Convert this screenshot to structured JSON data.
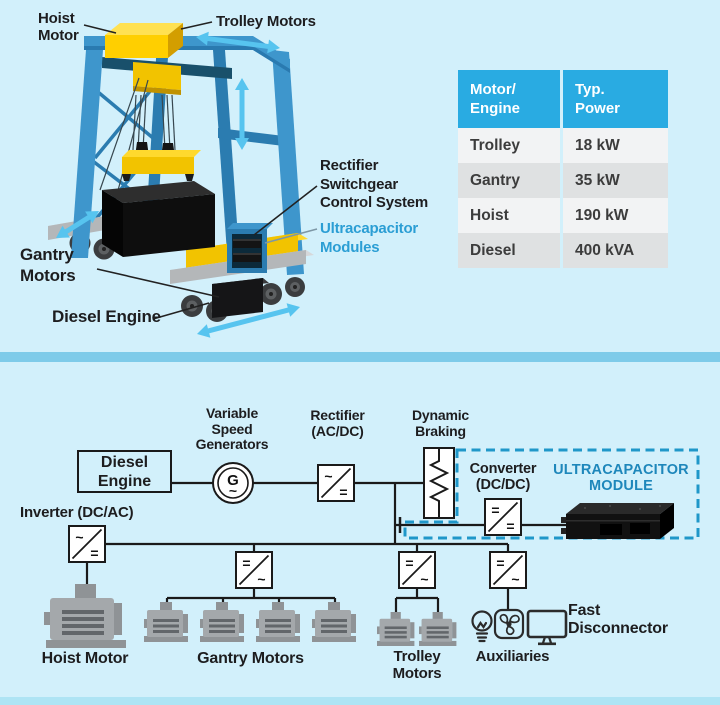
{
  "colors": {
    "background": "#d2f0fb",
    "divider": "#7ecbe9",
    "crane_blue": "#3e96cc",
    "accent_yellow": "#ffcf00",
    "arrow_blue": "#57c4ef",
    "table_header_bg": "#29abe2",
    "ultracap_text": "#1e87bb",
    "dashed_outline": "#1f97c9"
  },
  "top": {
    "labels": {
      "hoist_motor": [
        "Hoist",
        "Motor"
      ],
      "trolley_motors": "Trolley Motors",
      "rectifier_switchgear": [
        "Rectifier",
        "Switchgear",
        "Control System"
      ],
      "ultracapacitor_modules": [
        "Ultracapacitor",
        "Modules"
      ],
      "gantry_motors": [
        "Gantry",
        "Motors"
      ],
      "diesel_engine": "Diesel Engine"
    },
    "table": {
      "header_col1": [
        "Motor/",
        "Engine"
      ],
      "header_col2": [
        "Typ.",
        "Power"
      ],
      "rows": [
        {
          "motor": "Trolley",
          "power": "18 kW"
        },
        {
          "motor": "Gantry",
          "power": "35 kW"
        },
        {
          "motor": "Hoist",
          "power": "190 kW"
        },
        {
          "motor": "Diesel",
          "power": "400 kVA"
        }
      ]
    }
  },
  "schematic": {
    "labels": {
      "variable_speed_generators": [
        "Variable",
        "Speed",
        "Generators"
      ],
      "rectifier": [
        "Rectifier",
        "(AC/DC)"
      ],
      "dynamic_braking": [
        "Dynamic",
        "Braking"
      ],
      "converter": [
        "Converter",
        "(DC/DC)"
      ],
      "ultracapacitor_module": [
        "ULTRACAPACITOR",
        "MODULE"
      ],
      "inverter": "Inverter (DC/AC)",
      "diesel_engine": [
        "Diesel",
        "Engine"
      ],
      "hoist_motor": "Hoist Motor",
      "gantry_motors": "Gantry Motors",
      "trolley_motors": [
        "Trolley",
        "Motors"
      ],
      "auxiliaries": "Auxiliaries",
      "fast_disconnector": [
        "Fast",
        "Disconnector"
      ]
    },
    "generator": {
      "symbol": "G",
      "wave": "~"
    },
    "converters": {
      "rectifier": {
        "tl": "~",
        "br": "="
      },
      "inverter_hoist": {
        "tl": "~",
        "br": "="
      },
      "inverter_gantry": {
        "tl": "=",
        "br": "~"
      },
      "inverter_trolley": {
        "tl": "=",
        "br": "~"
      },
      "inverter_aux": {
        "tl": "=",
        "br": "~"
      },
      "converter_dcdc": {
        "tl": "=",
        "br": "="
      }
    }
  }
}
